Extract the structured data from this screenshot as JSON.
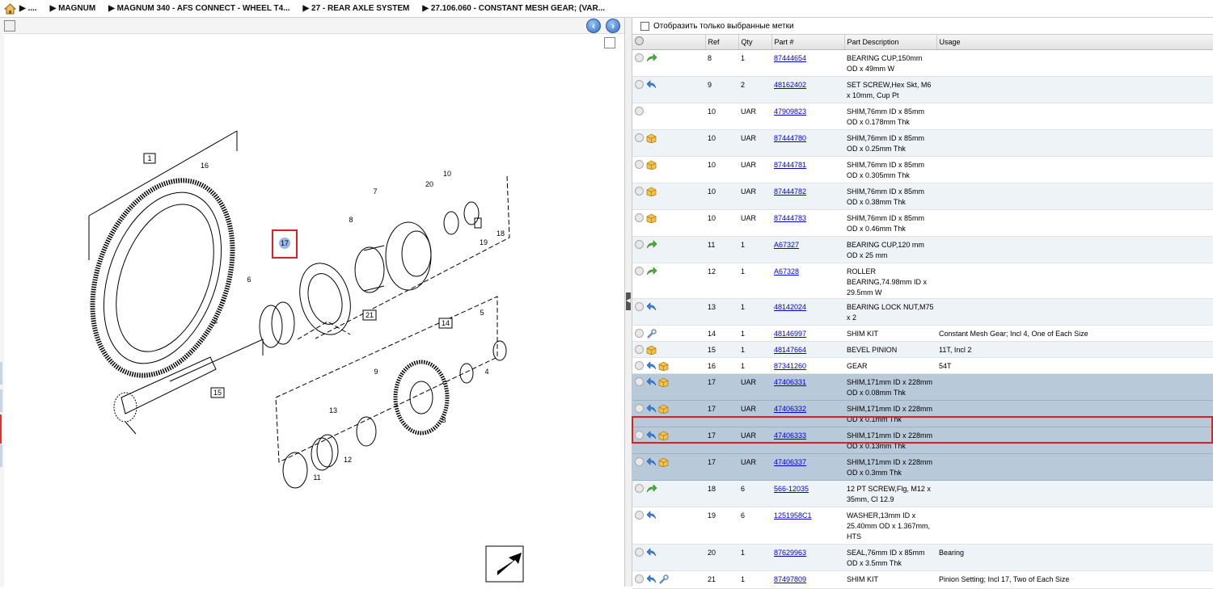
{
  "breadcrumb": [
    "....",
    "MAGNUM",
    "MAGNUM 340 - AFS CONNECT - WHEEL T4...",
    "27 - REAR AXLE SYSTEM",
    "27.106.060 - CONSTANT MESH GEAR; (VAR..."
  ],
  "filter_label": "Отобразить только выбранные метки",
  "columns": [
    "Ref",
    "Qty",
    "Part #",
    "Part Description",
    "Usage"
  ],
  "rows": [
    {
      "ref": "8",
      "qty": "1",
      "part": "87444654",
      "desc": "BEARING CUP,150mm OD x 49mm W",
      "usage": "",
      "icons": [
        "green-arrow"
      ]
    },
    {
      "ref": "9",
      "qty": "2",
      "part": "48162402",
      "desc": "SET SCREW,Hex Skt, M6 x 10mm, Cup Pt",
      "usage": "",
      "icons": [
        "blue-arrow"
      ]
    },
    {
      "ref": "10",
      "qty": "UAR",
      "part": "47909823",
      "desc": "SHIM,76mm ID x 85mm OD x 0.178mm Thk",
      "usage": "",
      "icons": []
    },
    {
      "ref": "10",
      "qty": "UAR",
      "part": "87444780",
      "desc": "SHIM,76mm ID x 85mm OD x 0.25mm Thk",
      "usage": "",
      "icons": [
        "box"
      ]
    },
    {
      "ref": "10",
      "qty": "UAR",
      "part": "87444781",
      "desc": "SHIM,76mm ID x 85mm OD x 0.305mm Thk",
      "usage": "",
      "icons": [
        "box"
      ]
    },
    {
      "ref": "10",
      "qty": "UAR",
      "part": "87444782",
      "desc": "SHIM,76mm ID x 85mm OD x 0.38mm Thk",
      "usage": "",
      "icons": [
        "box"
      ]
    },
    {
      "ref": "10",
      "qty": "UAR",
      "part": "87444783",
      "desc": "SHIM,76mm ID x 85mm OD x 0.46mm Thk",
      "usage": "",
      "icons": [
        "box"
      ]
    },
    {
      "ref": "11",
      "qty": "1",
      "part": "A67327",
      "desc": "BEARING CUP,120 mm OD x 25 mm",
      "usage": "",
      "icons": [
        "green-arrow"
      ]
    },
    {
      "ref": "12",
      "qty": "1",
      "part": "A67328",
      "desc": "ROLLER BEARING,74.98mm ID x 29.5mm W",
      "usage": "",
      "icons": [
        "green-arrow"
      ]
    },
    {
      "ref": "13",
      "qty": "1",
      "part": "48142024",
      "desc": "BEARING LOCK NUT,M75 x 2",
      "usage": "",
      "icons": [
        "blue-arrow"
      ]
    },
    {
      "ref": "14",
      "qty": "1",
      "part": "48146997",
      "desc": "SHIM KIT",
      "usage": "Constant Mesh Gear; Incl 4, One of Each Size",
      "icons": [
        "wrench"
      ]
    },
    {
      "ref": "15",
      "qty": "1",
      "part": "48147664",
      "desc": "BEVEL PINION",
      "usage": "11T, Incl 2",
      "icons": [
        "box"
      ]
    },
    {
      "ref": "16",
      "qty": "1",
      "part": "87341260",
      "desc": "GEAR",
      "usage": "54T",
      "icons": [
        "blue-arrow",
        "box"
      ]
    },
    {
      "ref": "17",
      "qty": "UAR",
      "part": "47406331",
      "desc": "SHIM,171mm ID x 228mm OD x 0.08mm Thk",
      "usage": "",
      "icons": [
        "blue-arrow",
        "box"
      ]
    },
    {
      "ref": "17",
      "qty": "UAR",
      "part": "47406332",
      "desc": "SHIM,171mm ID x 228mm OD x 0.1mm Thk",
      "usage": "",
      "icons": [
        "blue-arrow",
        "box"
      ]
    },
    {
      "ref": "17",
      "qty": "UAR",
      "part": "47406333",
      "desc": "SHIM,171mm ID x 228mm OD x 0.13mm Thk",
      "usage": "",
      "icons": [
        "blue-arrow",
        "box"
      ]
    },
    {
      "ref": "17",
      "qty": "UAR",
      "part": "47406337",
      "desc": "SHIM,171mm ID x 228mm OD x 0.3mm Thk",
      "usage": "",
      "icons": [
        "blue-arrow",
        "box"
      ]
    },
    {
      "ref": "18",
      "qty": "6",
      "part": "566-12035",
      "desc": "12 PT SCREW,Flg, M12 x 35mm, Cl 12.9",
      "usage": "",
      "icons": [
        "green-arrow"
      ]
    },
    {
      "ref": "19",
      "qty": "6",
      "part": "1251958C1",
      "desc": "WASHER,13mm ID x 25.40mm OD x 1.367mm, HTS",
      "usage": "",
      "icons": [
        "blue-arrow"
      ]
    },
    {
      "ref": "20",
      "qty": "1",
      "part": "87629963",
      "desc": "SEAL,76mm ID x 85mm OD x 3.5mm Thk",
      "usage": "Bearing",
      "icons": [
        "blue-arrow"
      ]
    },
    {
      "ref": "21",
      "qty": "1",
      "part": "87497809",
      "desc": "SHIM KIT",
      "usage": "Pinion Setting; Incl 17, Two of Each Size",
      "icons": [
        "blue-arrow",
        "wrench"
      ]
    }
  ],
  "diagram_labels": [
    "1",
    "16",
    "2",
    "15",
    "6",
    "17",
    "21",
    "7",
    "8",
    "20",
    "10",
    "18",
    "19",
    "9",
    "13",
    "12",
    "11",
    "3",
    "14",
    "4",
    "5"
  ]
}
